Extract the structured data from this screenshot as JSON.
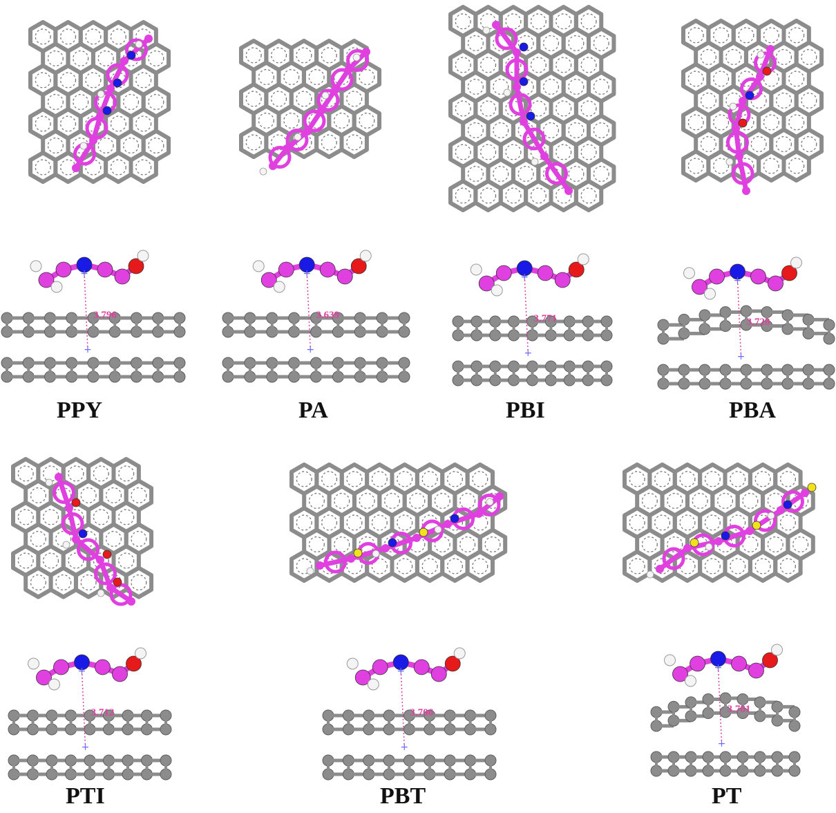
{
  "colors": {
    "carbon": "#8c8c8c",
    "carbon_stroke": "#5e5e5e",
    "molecule": "#e040e0",
    "nitrogen": "#1a1ae6",
    "oxygen": "#e61a1a",
    "sulfur": "#f2e21a",
    "hydrogen": "#f4f4f4",
    "distance": "#e040a0",
    "centroid": "#6a6aff"
  },
  "panels": [
    {
      "id": "ppy",
      "label": "PPY",
      "distance": "3.796"
    },
    {
      "id": "pa",
      "label": "PA",
      "distance": "3.639"
    },
    {
      "id": "pbi",
      "label": "PBI",
      "distance": "3.771"
    },
    {
      "id": "pba",
      "label": "PBA",
      "distance": "3.728"
    },
    {
      "id": "pti",
      "label": "PTI",
      "distance": "3.712"
    },
    {
      "id": "pbt",
      "label": "PBT",
      "distance": "3.706"
    },
    {
      "id": "pt",
      "label": "PT",
      "distance": "3.781"
    }
  ]
}
